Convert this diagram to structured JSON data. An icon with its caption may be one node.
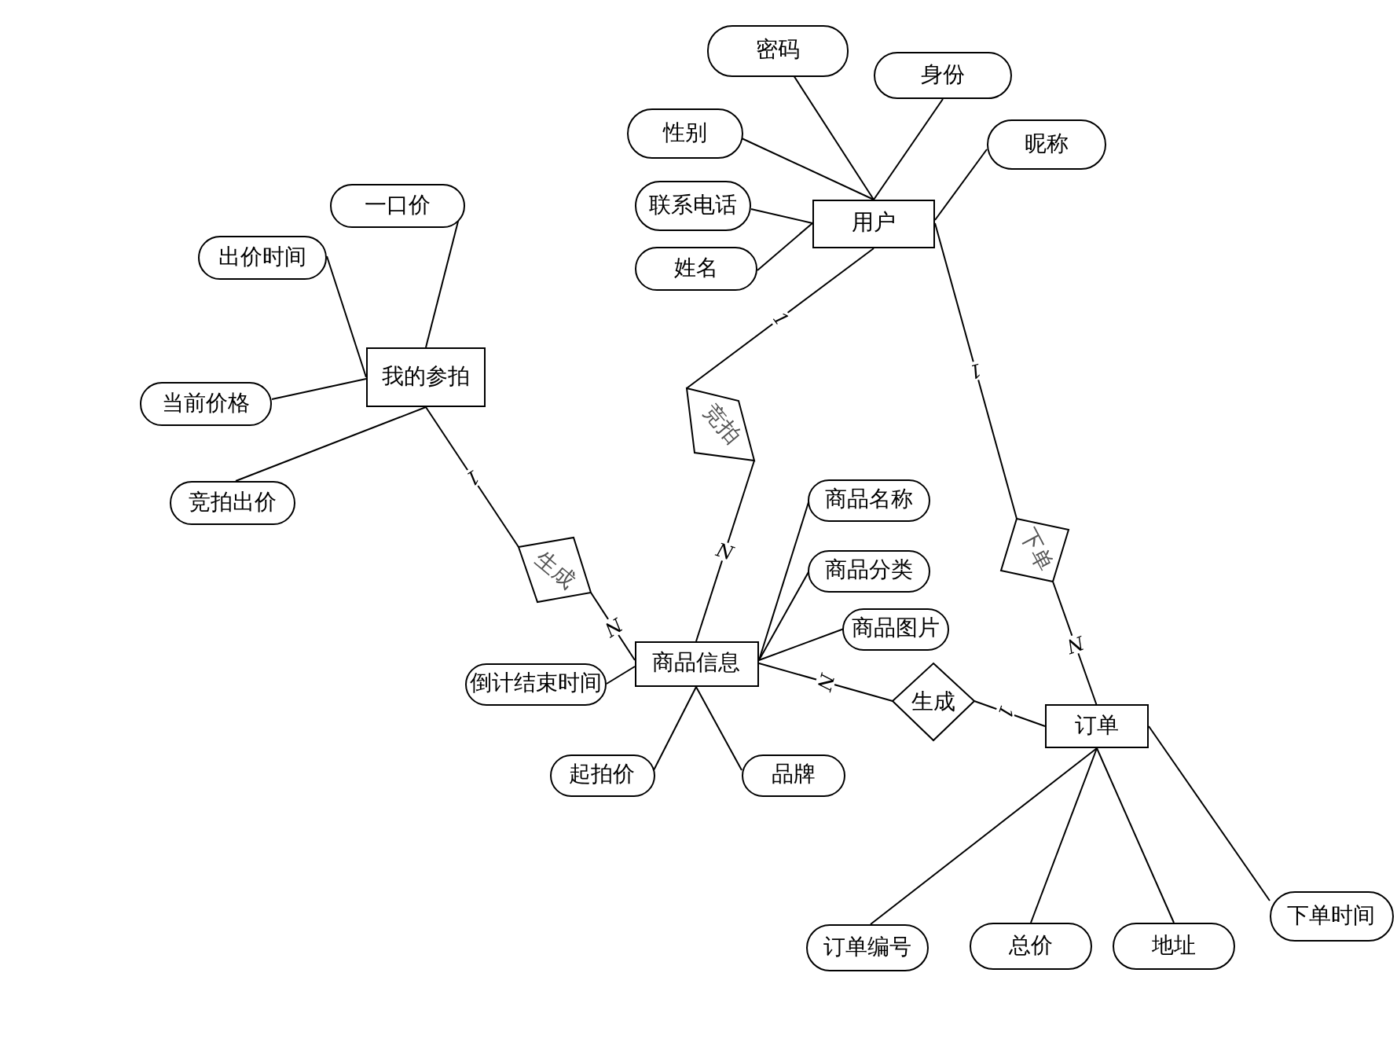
{
  "diagram": {
    "nodes": [
      {
        "text": [
          "用户"
        ]
      },
      {
        "text": [
          "密码"
        ]
      },
      {
        "text": [
          "身份"
        ]
      },
      {
        "text": [
          "性别"
        ]
      },
      {
        "text": [
          "昵称"
        ]
      },
      {
        "text": [
          "联系电话"
        ]
      },
      {
        "text": [
          "姓名"
        ]
      },
      {
        "text": [
          "我的参拍"
        ]
      },
      {
        "text": [
          "一口价"
        ]
      },
      {
        "text": [
          "出价时间"
        ]
      },
      {
        "text": [
          "当前价格"
        ]
      },
      {
        "text": [
          "竞拍出价"
        ]
      },
      {
        "text": [
          "竞拍"
        ]
      },
      {
        "text": [
          "生成"
        ]
      },
      {
        "text": [
          "商品信息"
        ]
      },
      {
        "text": [
          "商品名称"
        ]
      },
      {
        "text": [
          "商品分类"
        ]
      },
      {
        "text": [
          "商品图片"
        ]
      },
      {
        "text": [
          "倒计结束时间"
        ]
      },
      {
        "text": [
          "起拍价"
        ]
      },
      {
        "text": [
          "品牌"
        ]
      },
      {
        "text": [
          "生成"
        ]
      },
      {
        "text": [
          "下单"
        ]
      },
      {
        "text": [
          "订单"
        ]
      },
      {
        "text": [
          "订单编号"
        ]
      },
      {
        "text": [
          "总价"
        ]
      },
      {
        "text": [
          "地址"
        ]
      },
      {
        "text": [
          "下单时间"
        ]
      }
    ],
    "edges": [
      {
        "from": 1,
        "to": 0,
        "arrow": "none"
      },
      {
        "from": 2,
        "to": 0,
        "arrow": "none"
      },
      {
        "from": 3,
        "to": 0,
        "arrow": "none"
      },
      {
        "from": 4,
        "to": 0,
        "arrow": "none"
      },
      {
        "from": 5,
        "to": 0,
        "arrow": "none"
      },
      {
        "from": 6,
        "to": 0,
        "arrow": "none"
      },
      {
        "from": 0,
        "to": 12,
        "arrow": "none",
        "label": "1"
      },
      {
        "from": 12,
        "to": 14,
        "arrow": "none",
        "label": "N"
      },
      {
        "from": 8,
        "to": 7,
        "arrow": "none"
      },
      {
        "from": 9,
        "to": 7,
        "arrow": "none"
      },
      {
        "from": 10,
        "to": 7,
        "arrow": "none"
      },
      {
        "from": 11,
        "to": 7,
        "arrow": "none"
      },
      {
        "from": 7,
        "to": 13,
        "arrow": "none",
        "label": "1"
      },
      {
        "from": 13,
        "to": 14,
        "arrow": "none",
        "label": "N"
      },
      {
        "from": 15,
        "to": 14,
        "arrow": "none"
      },
      {
        "from": 16,
        "to": 14,
        "arrow": "none"
      },
      {
        "from": 17,
        "to": 14,
        "arrow": "none"
      },
      {
        "from": 18,
        "to": 14,
        "arrow": "none"
      },
      {
        "from": 19,
        "to": 14,
        "arrow": "none"
      },
      {
        "from": 20,
        "to": 14,
        "arrow": "none"
      },
      {
        "from": 14,
        "to": 21,
        "arrow": "none",
        "label": "N"
      },
      {
        "from": 21,
        "to": 23,
        "arrow": "none",
        "label": "1"
      },
      {
        "from": 0,
        "to": 22,
        "arrow": "none",
        "label": "1"
      },
      {
        "from": 22,
        "to": 23,
        "arrow": "none",
        "label": "N"
      },
      {
        "from": 24,
        "to": 23,
        "arrow": "none"
      },
      {
        "from": 25,
        "to": 23,
        "arrow": "none"
      },
      {
        "from": 26,
        "to": 23,
        "arrow": "none"
      },
      {
        "from": 27,
        "to": 23,
        "arrow": "none"
      }
    ]
  }
}
